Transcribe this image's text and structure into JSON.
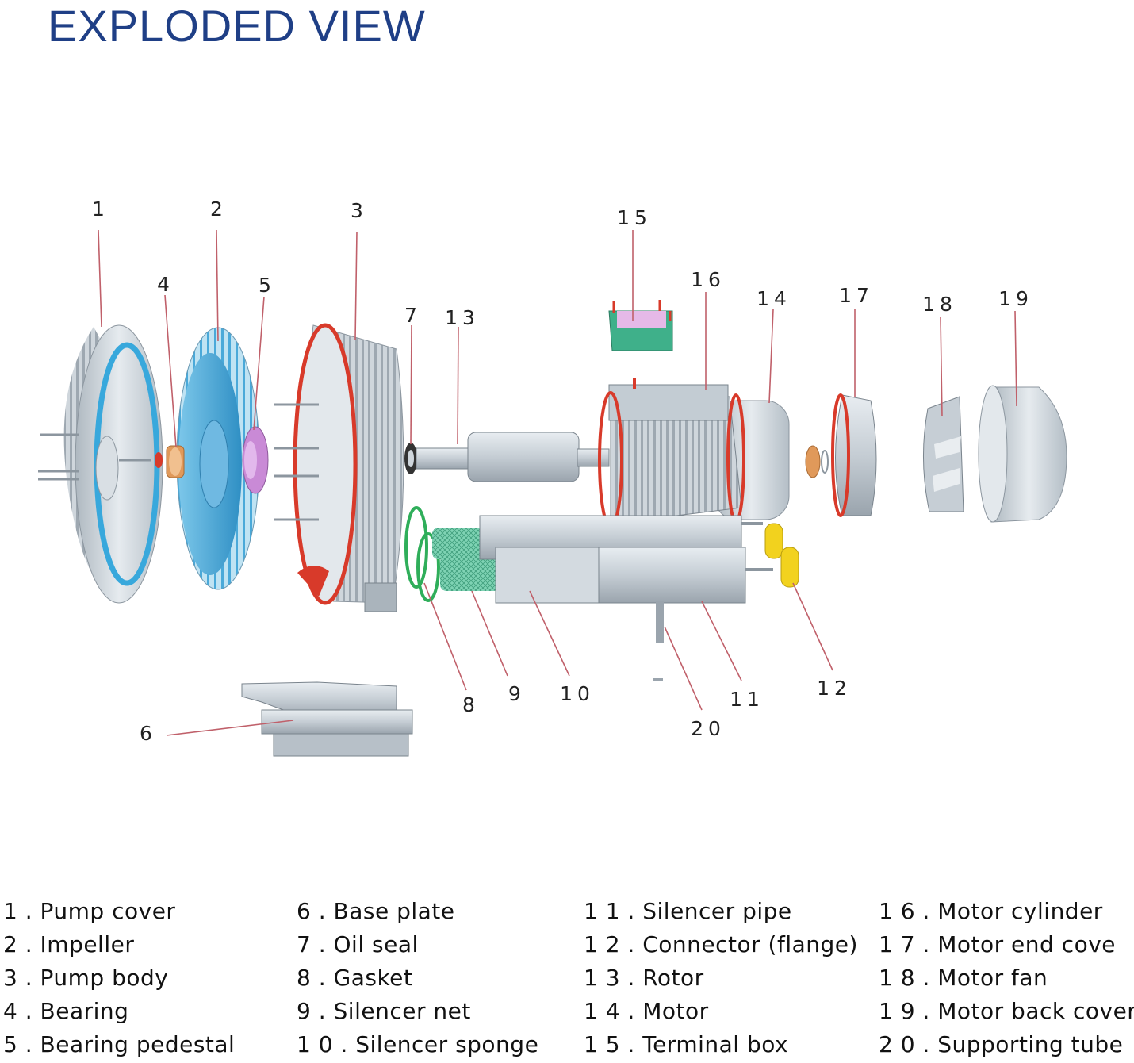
{
  "title": "EXPLODED VIEW",
  "callouts": [
    "1",
    "2",
    "3",
    "4",
    "5",
    "6",
    "7",
    "8",
    "9",
    "10",
    "11",
    "12",
    "13",
    "14",
    "15",
    "16",
    "17",
    "18",
    "19",
    "20"
  ],
  "legend": [
    [
      "1 . Pump cover",
      "2 . Impeller",
      "3 . Pump body",
      "4 . Bearing",
      "5 . Bearing pedestal"
    ],
    [
      "6 . Base plate",
      "7 . Oil seal",
      "8 . Gasket",
      "9 . Silencer net",
      "1 0 . Silencer sponge"
    ],
    [
      "1 1 . Silencer pipe",
      "1 2 . Connector (flange)",
      "1 3 . Rotor",
      "1 4 . Motor",
      "1 5 . Terminal box"
    ],
    [
      "1 6 . Motor cylinder",
      "1 7 . Motor end cove",
      "1 8 . Motor fan",
      "1 9 . Motor back cover",
      "2 0 . Supporting tube"
    ]
  ],
  "colors": {
    "title": "#1f3f86",
    "leader": "#c0606a",
    "metal": "#c9d1d8",
    "impeller": "#3aa6d8",
    "gasket_red": "#d83a2a",
    "bearing": "#e0995a",
    "pedestal": "#c98ad6",
    "terminal_box": "#3fb08a",
    "silencer_net": "#5fc3a0",
    "connector": "#f2d21e"
  }
}
